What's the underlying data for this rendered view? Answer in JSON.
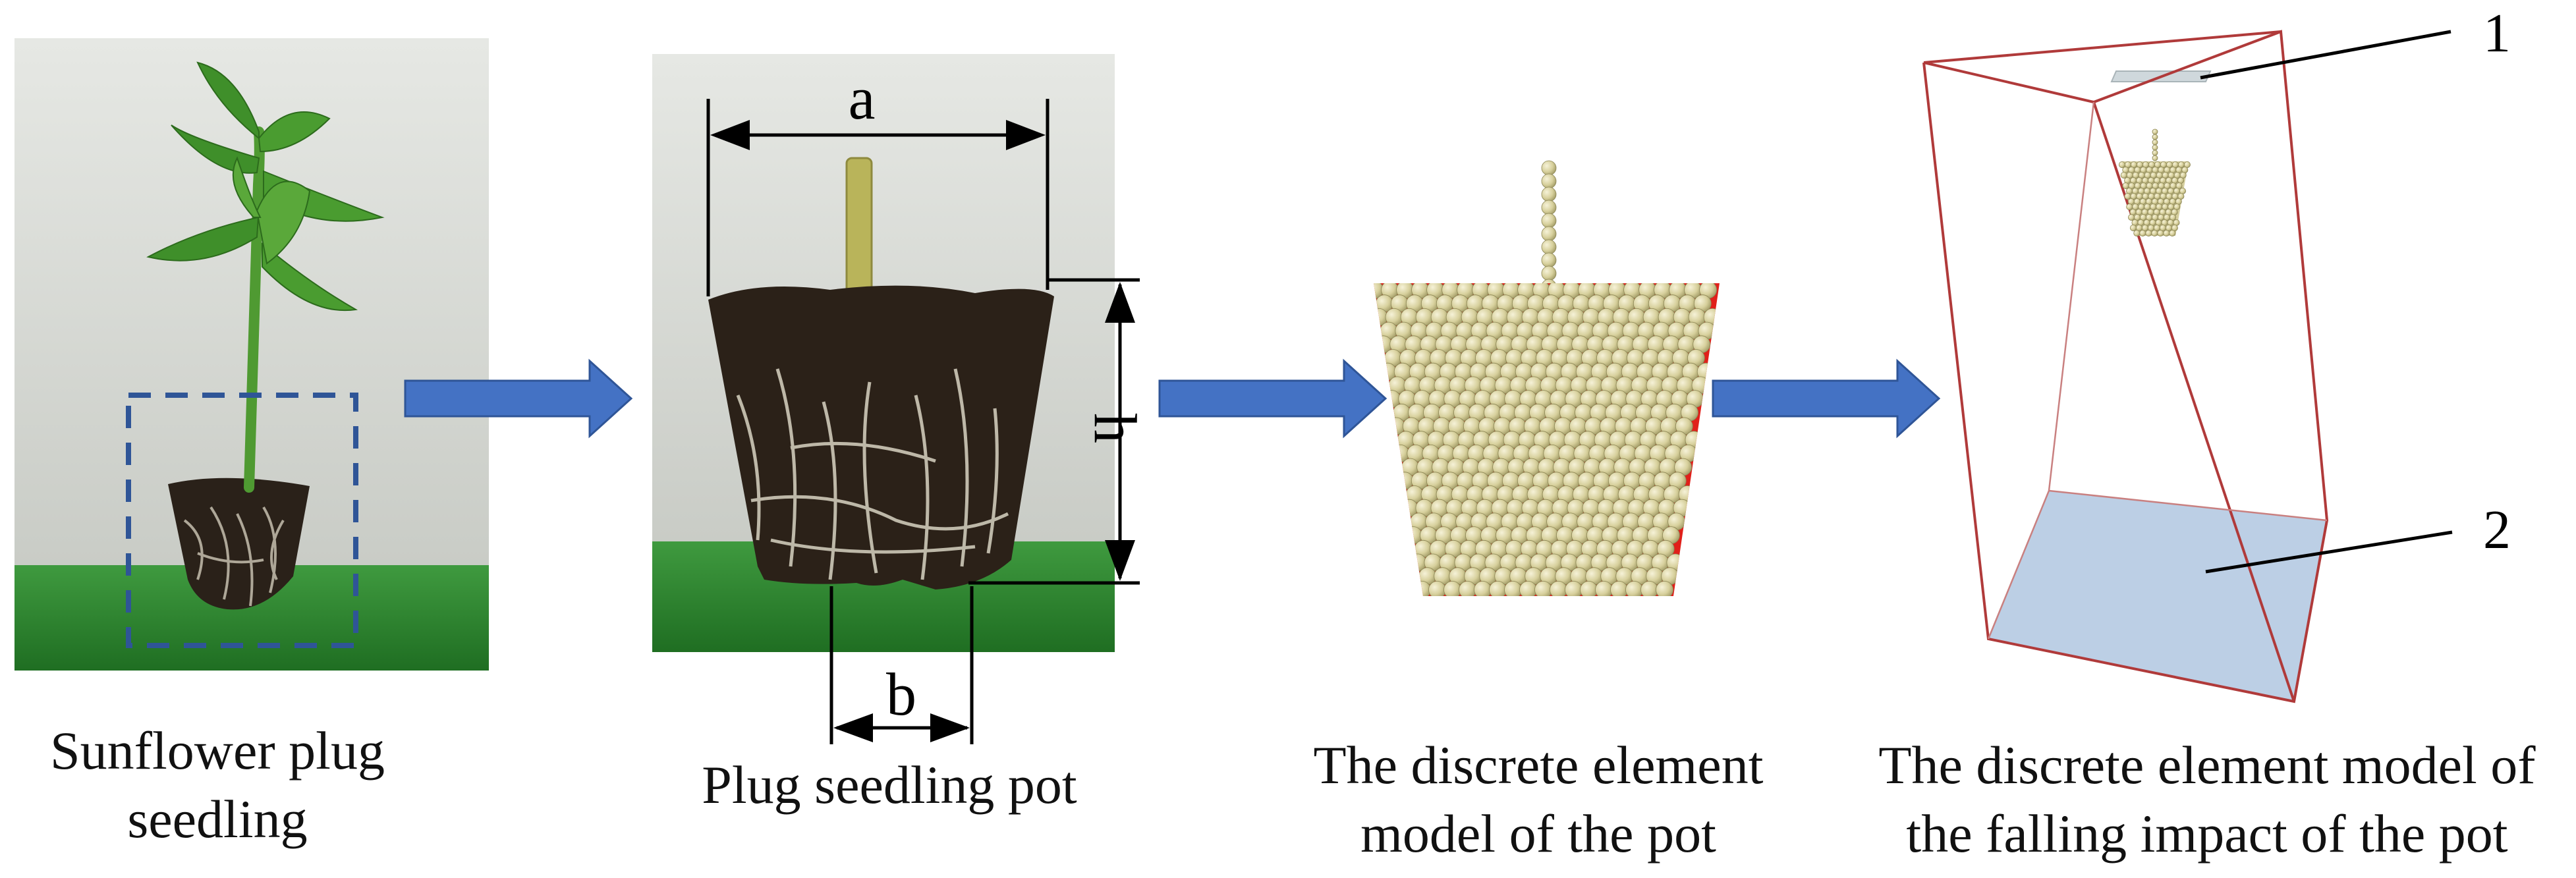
{
  "panels": [
    {
      "id": "photo-seedling",
      "caption_lines": [
        "Sunflower plug",
        "seedling"
      ]
    },
    {
      "id": "photo-pot",
      "caption_lines": [
        "Plug seedling pot"
      ]
    },
    {
      "id": "dem-pot",
      "caption_lines": [
        "The discrete element",
        "model of the pot"
      ]
    },
    {
      "id": "dem-fall",
      "caption_lines": [
        "The discrete element model of",
        "the falling impact of the pot"
      ]
    }
  ],
  "dimension_labels": {
    "top_width": "a",
    "bottom_width": "b",
    "height": "h"
  },
  "callouts": {
    "plate_top": "1",
    "plate_bottom": "2"
  },
  "colors": {
    "arrow": "#4472c4",
    "arrow_edge": "#2f5597",
    "dashed_box": "#2f5597",
    "particle": "#d9d3a4",
    "particle_bond": "#e0201a",
    "domain_edge": "#b03a3a",
    "floor_plate": "#b8cce4",
    "top_plate": "#cfd8dc",
    "green_floor": "#2f8a2f",
    "wall": "#d6d9d4"
  }
}
